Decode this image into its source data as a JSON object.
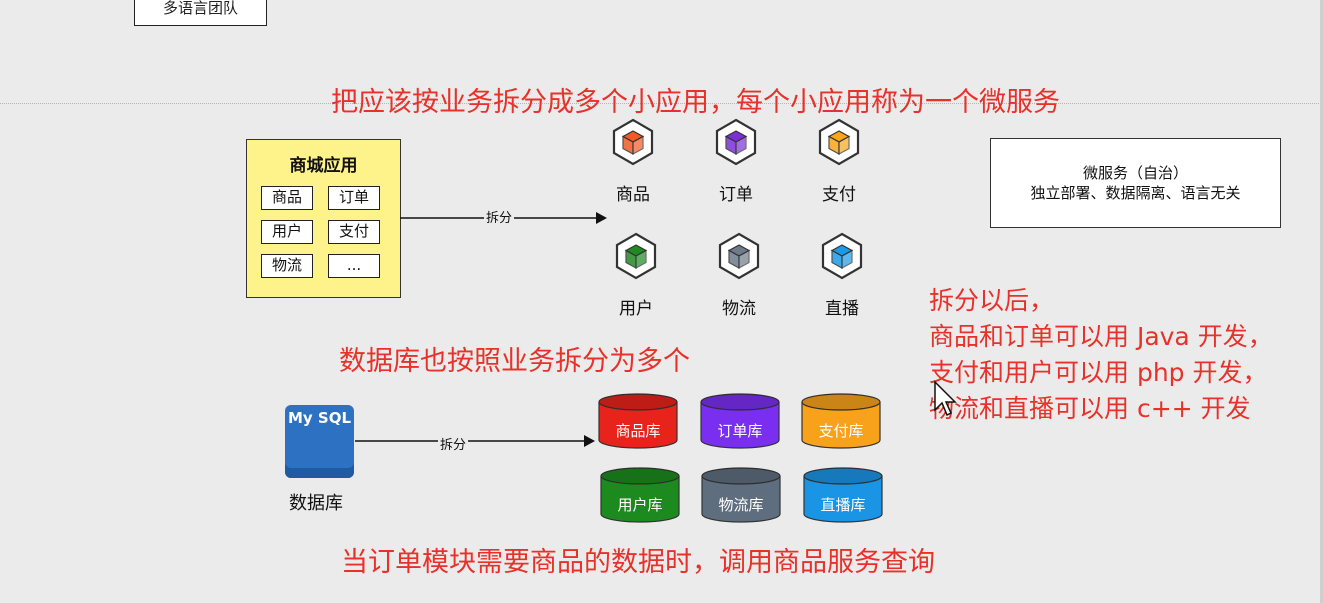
{
  "top_box": {
    "label": "多语言团队"
  },
  "headings": {
    "split_apps": "把应该按业务拆分成多个小应用，每个小应用称为一个微服务",
    "split_db": "数据库也按照业务拆分为多个",
    "call_service": "当订单模块需要商品的数据时，调用商品服务查询"
  },
  "mall_app": {
    "title": "商城应用",
    "modules": [
      "商品",
      "订单",
      "用户",
      "支付",
      "物流",
      "..."
    ]
  },
  "arrow_label": "拆分",
  "services": [
    {
      "name": "商品",
      "color": "#f15a24"
    },
    {
      "name": "订单",
      "color": "#7b2fd6"
    },
    {
      "name": "支付",
      "color": "#f9a61a"
    },
    {
      "name": "用户",
      "color": "#1f8a22"
    },
    {
      "name": "物流",
      "color": "#6d7b8b"
    },
    {
      "name": "直播",
      "color": "#1a9be8"
    }
  ],
  "note_box": {
    "line1": "微服务（自治）",
    "line2": "独立部署、数据隔离、语言无关"
  },
  "side_text": [
    "拆分以后，",
    "商品和订单可以用 Java 开发，",
    "支付和用户可以用 php 开发，",
    "物流和直播可以用 c++ 开发"
  ],
  "mysql": {
    "logo_text": "My SQL",
    "label": "数据库"
  },
  "databases": [
    {
      "name": "商品库",
      "color": "#e8231b"
    },
    {
      "name": "订单库",
      "color": "#7a2ff0"
    },
    {
      "name": "支付库",
      "color": "#f8a21c"
    },
    {
      "name": "用户库",
      "color": "#1d8a1f"
    },
    {
      "name": "物流库",
      "color": "#5f6e7e"
    },
    {
      "name": "直播库",
      "color": "#1a94e4"
    }
  ],
  "colors": {
    "accent_red": "#e8312a",
    "mall_bg": "#fef38b",
    "mysql_blue": "#2c71c2"
  }
}
